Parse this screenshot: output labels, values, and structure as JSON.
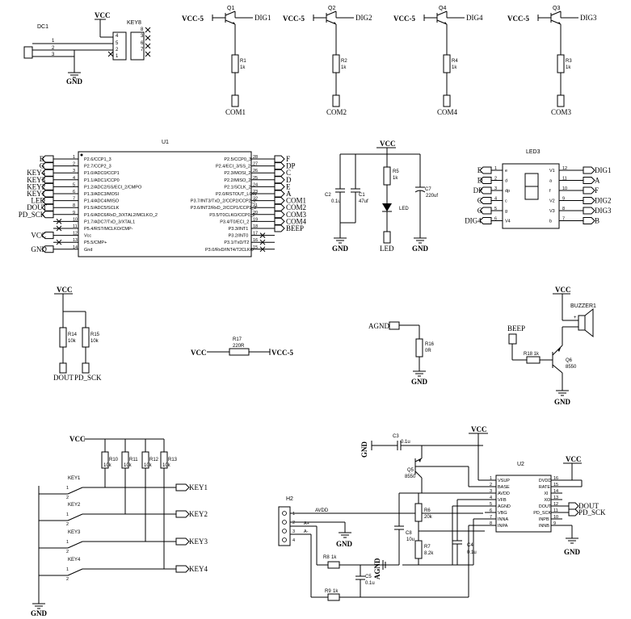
{
  "power": {
    "vcc": "VCC",
    "gnd": "GND",
    "vcc5": "VCC-5",
    "agnd": "AGND",
    "avdd": "AVDD"
  },
  "dc1": {
    "ref": "DC1",
    "p1": "1",
    "p2": "2",
    "p3": "3"
  },
  "key8": {
    "ref": "KEY8",
    "p4": "4",
    "p5": "5",
    "p2": "2",
    "p1": "1",
    "p3": "3",
    "p6": "6",
    "p7": "7",
    "p8": "8"
  },
  "transistors": [
    {
      "ref": "Q1",
      "base_net": "VCC-5",
      "col_net": "DIG1",
      "res_ref": "R1",
      "res_val": "1k",
      "com": "COM1"
    },
    {
      "ref": "Q2",
      "base_net": "VCC-5",
      "col_net": "DIG2",
      "res_ref": "R2",
      "res_val": "1k",
      "com": "COM2"
    },
    {
      "ref": "Q4",
      "base_net": "VCC-5",
      "col_net": "DIG4",
      "res_ref": "R4",
      "res_val": "1k",
      "com": "COM4"
    },
    {
      "ref": "Q3",
      "base_net": "VCC-5",
      "col_net": "DIG3",
      "res_ref": "R3",
      "res_val": "1k",
      "com": "COM3"
    }
  ],
  "u1": {
    "ref": "U1",
    "left_pins": [
      "P2.6/CCP1_3",
      "P2.7/CCP2_3",
      "P1.0/ADC0/CCP1",
      "P1.1/ADC1/CCP0",
      "P1.2/ADC2/SS/ECI_2/CMPO",
      "P1.3/ADC3/MOSI",
      "P1.4/ADC4/MISO",
      "P1.5/ADC5/SCLK",
      "P1.6/ADC6/RxD_3/XTAL2/MCLKO_2",
      "P1.7/ADC7/TxD_3/XTAL1",
      "P5.4/RST/MCLKO/CMP-",
      "Vcc",
      "P5.5/CMP+",
      "Gnd"
    ],
    "right_pins": [
      "P2.5/CCP0_3",
      "P2.4/ECI_3/SS_2",
      "P2.3/MOSI_2",
      "P2.2/MISO_2",
      "P2.1/SCLK_2",
      "P2.0/RSTOUT_LOW",
      "P3.7/INT3/TxD_2/CCP2/CCP2_2",
      "P3.6/INT2/RxD_2/CCP1/CCP1_2",
      "P3.5/T0CLKO/CCP0_2",
      "P3.4/T0/ECI_2",
      "P3.3/INT1",
      "P3.2/INT0",
      "P3.1/TxD/T2",
      "P3.0/RxD/INT4/T2CLKO"
    ],
    "left_nets": [
      "B",
      "G",
      "KEY4",
      "KEY3",
      "KEY2",
      "KEY1",
      "LED",
      "DOUT",
      "PD_SCK",
      "",
      "",
      "VCC",
      "",
      "GND"
    ],
    "right_nets": [
      "F",
      "DP",
      "C",
      "D",
      "E",
      "A",
      "COM1",
      "COM2",
      "COM3",
      "COM4",
      "BEEP",
      "",
      "",
      ""
    ],
    "left_nums": [
      "1",
      "2",
      "3",
      "4",
      "5",
      "6",
      "7",
      "8",
      "9",
      "10",
      "11",
      "12",
      "13",
      "14"
    ],
    "right_nums": [
      "28",
      "27",
      "26",
      "25",
      "24",
      "23",
      "22",
      "21",
      "20",
      "19",
      "18",
      "17",
      "16",
      "15"
    ]
  },
  "caps": {
    "c2": {
      "ref": "C2",
      "val": "0.1u"
    },
    "c1": {
      "ref": "C1",
      "val": "47uf"
    },
    "c7": {
      "ref": "C7",
      "val": "220uf"
    },
    "r5": {
      "ref": "R5",
      "val": "1k"
    },
    "led": "LED"
  },
  "led3": {
    "ref": "LED3",
    "left_nets": [
      "E",
      "D",
      "DP",
      "C",
      "G",
      "DIG4"
    ],
    "left_names": [
      "e",
      "d",
      "dp",
      "c",
      "g",
      "V4"
    ],
    "left_nums": [
      "1",
      "2",
      "3",
      "4",
      "5",
      "6"
    ],
    "right_nets": [
      "DIG1",
      "A",
      "F",
      "DIG2",
      "DIG3",
      "B"
    ],
    "right_names": [
      "V1",
      "a",
      "f",
      "V2",
      "V3",
      "b"
    ],
    "right_nums": [
      "12",
      "11",
      "10",
      "9",
      "8",
      "7"
    ]
  },
  "pullups": {
    "r14": {
      "ref": "R14",
      "val": "10k"
    },
    "r15": {
      "ref": "R15",
      "val": "10k"
    },
    "dout": "DOUT",
    "pdsck": "PD_SCK"
  },
  "r17": {
    "ref": "R17",
    "val": "220R"
  },
  "r16": {
    "ref": "R16",
    "val": "0R"
  },
  "buzzer": {
    "ref": "BUZZER1",
    "beep": "BEEP",
    "r18": "R18 1k",
    "q6": "Q6",
    "q6val": "8550"
  },
  "keys": {
    "res": [
      {
        "ref": "R10",
        "val": "10k"
      },
      {
        "ref": "R11",
        "val": "10k"
      },
      {
        "ref": "R12",
        "val": "10k"
      },
      {
        "ref": "R13",
        "val": "10k"
      }
    ],
    "sw": [
      {
        "ref": "KEY1",
        "net": "KEY1"
      },
      {
        "ref": "KEY2",
        "net": "KEY2"
      },
      {
        "ref": "KEY3",
        "net": "KEY3"
      },
      {
        "ref": "KEY4",
        "net": "KEY4"
      }
    ]
  },
  "h2": {
    "ref": "H2",
    "a_plus": "A+",
    "a_minus": "A-"
  },
  "u2": {
    "ref": "U2",
    "left_pins": [
      "VSUP",
      "BASE",
      "AVDD",
      "VFB",
      "AGND",
      "VBG",
      "INNA",
      "INPA"
    ],
    "left_nums": [
      "1",
      "2",
      "3",
      "4",
      "5",
      "6",
      "7",
      "8"
    ],
    "right_pins": [
      "DVDD",
      "RATE",
      "XI",
      "XO",
      "DOUT",
      "PD_SCK",
      "INPB",
      "INNB"
    ],
    "right_nums": [
      "16",
      "15",
      "14",
      "13",
      "12",
      "11",
      "10",
      "9"
    ],
    "right_nets": [
      "",
      "",
      "",
      "",
      "DOUT",
      "PD_SCK",
      "",
      ""
    ]
  },
  "u2parts": {
    "c3": {
      "ref": "C3",
      "val": "0.1u"
    },
    "q5": {
      "ref": "Q5",
      "val": "8550"
    },
    "r6": {
      "ref": "R6",
      "val": "20k"
    },
    "r7": {
      "ref": "R7",
      "val": "8.2k"
    },
    "c8": {
      "ref": "C8",
      "val": "10u"
    },
    "c4": {
      "ref": "C4",
      "val": "0.1u"
    },
    "r8": {
      "ref": "R8",
      "val": "1k"
    },
    "r9": {
      "ref": "R9",
      "val": "1k"
    },
    "c5": {
      "ref": "C5",
      "val": "0.1u"
    }
  }
}
